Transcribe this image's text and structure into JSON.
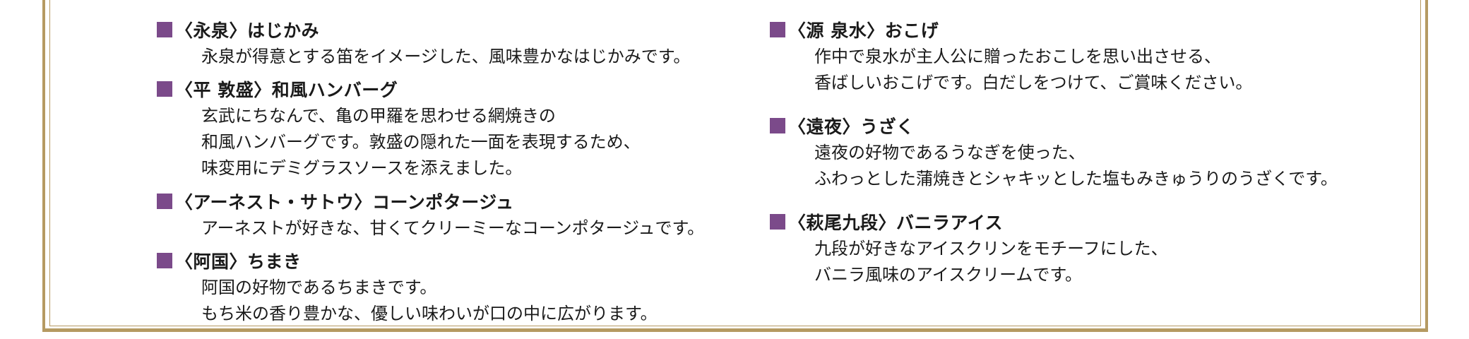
{
  "colors": {
    "marker": "#7b4a8a",
    "border": "#b59a62",
    "text": "#1a1a1a"
  },
  "menu": {
    "left_column": [
      {
        "title": "〈永泉〉はじかみ",
        "lines": [
          "永泉が得意とする笛をイメージした、風味豊かなはじかみです。"
        ]
      },
      {
        "title": "〈平 敦盛〉和風ハンバーグ",
        "lines": [
          "玄武にちなんで、亀の甲羅を思わせる網焼きの",
          "和風ハンバーグです。敦盛の隠れた一面を表現するため、",
          "味変用にデミグラスソースを添えました。"
        ]
      },
      {
        "title": "〈アーネスト・サトウ〉コーンポタージュ",
        "lines": [
          "アーネストが好きな、甘くてクリーミーなコーンポタージュです。"
        ]
      },
      {
        "title": "〈阿国〉ちまき",
        "lines": [
          "阿国の好物であるちまきです。",
          "もち米の香り豊かな、優しい味わいが口の中に広がります。"
        ]
      }
    ],
    "right_column": [
      {
        "title": "〈源 泉水〉おこげ",
        "lines": [
          "作中で泉水が主人公に贈ったおこしを思い出させる、",
          "香ばしいおこげです。白だしをつけて、ご賞味ください。"
        ]
      },
      {
        "title": "〈遠夜〉うざく",
        "lines": [
          "遠夜の好物であるうなぎを使った、",
          "ふわっとした蒲焼きとシャキッとした塩もみきゅうりのうざくです。"
        ]
      },
      {
        "title": "〈萩尾九段〉バニラアイス",
        "lines": [
          "九段が好きなアイスクリンをモチーフにした、",
          "バニラ風味のアイスクリームです。"
        ]
      }
    ]
  }
}
